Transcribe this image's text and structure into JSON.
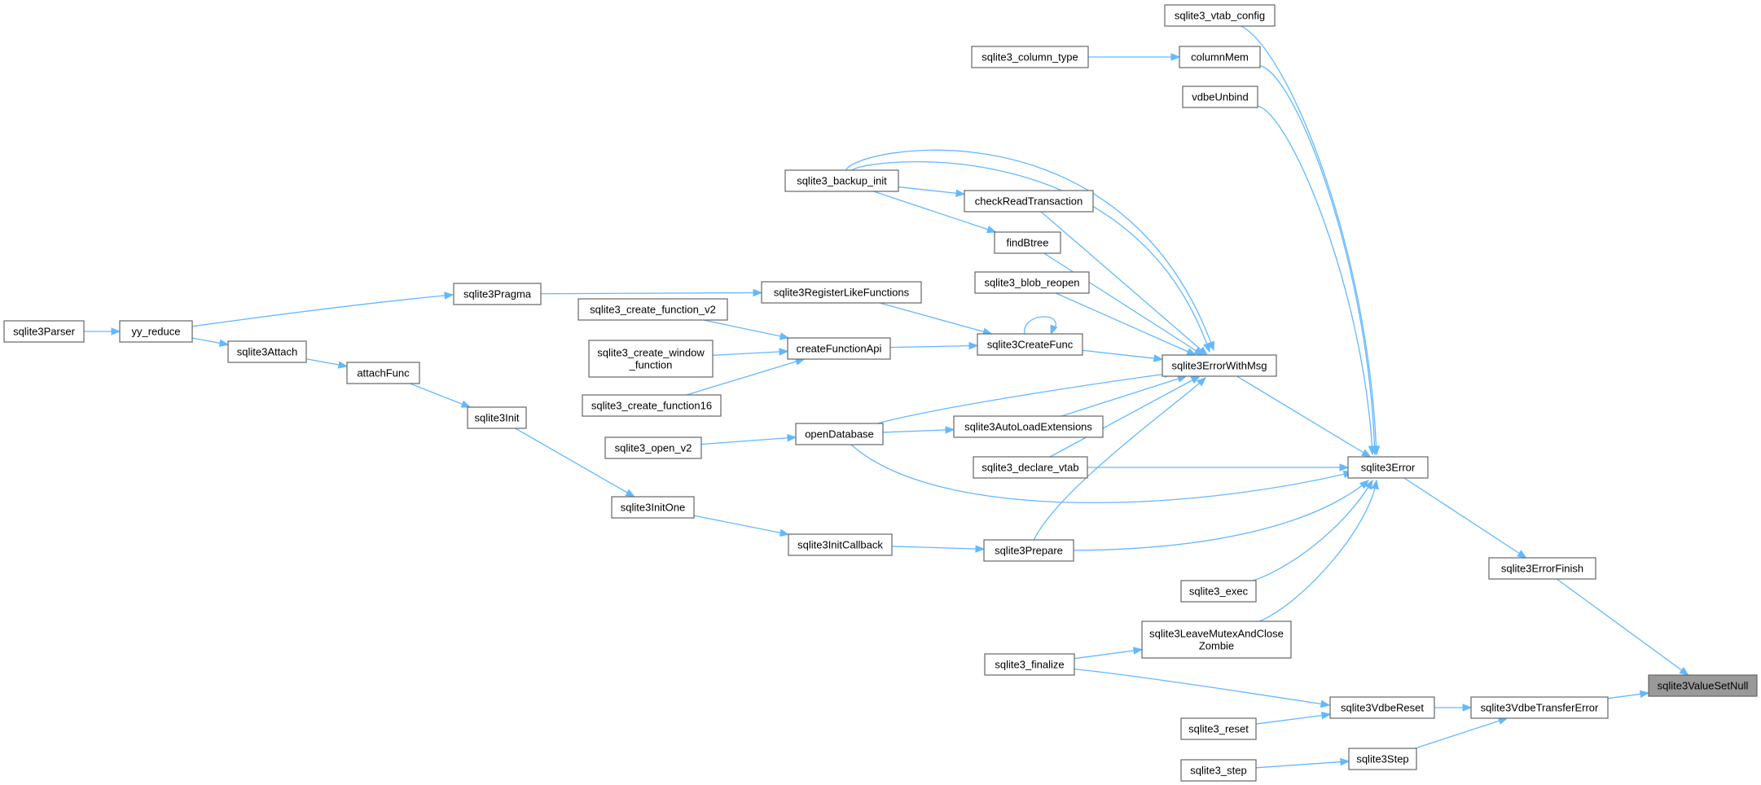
{
  "graph": {
    "focus_node": "sqlite3ValueSetNull",
    "nodes": [
      {
        "id": "sqlite3_vtab_config",
        "label": [
          "sqlite3_vtab_config"
        ]
      },
      {
        "id": "sqlite3_column_type",
        "label": [
          "sqlite3_column_type"
        ]
      },
      {
        "id": "columnMem",
        "label": [
          "columnMem"
        ]
      },
      {
        "id": "vdbeUnbind",
        "label": [
          "vdbeUnbind"
        ]
      },
      {
        "id": "sqlite3_backup_init",
        "label": [
          "sqlite3_backup_init"
        ]
      },
      {
        "id": "checkReadTransaction",
        "label": [
          "checkReadTransaction"
        ]
      },
      {
        "id": "findBtree",
        "label": [
          "findBtree"
        ]
      },
      {
        "id": "sqlite3_blob_reopen",
        "label": [
          "sqlite3_blob_reopen"
        ]
      },
      {
        "id": "sqlite3Pragma",
        "label": [
          "sqlite3Pragma"
        ]
      },
      {
        "id": "sqlite3RegisterLikeFunctions",
        "label": [
          "sqlite3RegisterLikeFunctions"
        ]
      },
      {
        "id": "sqlite3_create_function_v2",
        "label": [
          "sqlite3_create_function_v2"
        ]
      },
      {
        "id": "sqlite3Parser",
        "label": [
          "sqlite3Parser"
        ]
      },
      {
        "id": "yy_reduce",
        "label": [
          "yy_reduce"
        ]
      },
      {
        "id": "sqlite3CreateFunc",
        "label": [
          "sqlite3CreateFunc"
        ]
      },
      {
        "id": "sqlite3Attach",
        "label": [
          "sqlite3Attach"
        ]
      },
      {
        "id": "createFunctionApi",
        "label": [
          "createFunctionApi"
        ]
      },
      {
        "id": "sqlite3_create_window_function",
        "label": [
          "sqlite3_create_window",
          "_function"
        ]
      },
      {
        "id": "sqlite3ErrorWithMsg",
        "label": [
          "sqlite3ErrorWithMsg"
        ]
      },
      {
        "id": "attachFunc",
        "label": [
          "attachFunc"
        ]
      },
      {
        "id": "sqlite3_create_function16",
        "label": [
          "sqlite3_create_function16"
        ]
      },
      {
        "id": "sqlite3Init",
        "label": [
          "sqlite3Init"
        ]
      },
      {
        "id": "sqlite3AutoLoadExtensions",
        "label": [
          "sqlite3AutoLoadExtensions"
        ]
      },
      {
        "id": "openDatabase",
        "label": [
          "openDatabase"
        ]
      },
      {
        "id": "sqlite3_open_v2",
        "label": [
          "sqlite3_open_v2"
        ]
      },
      {
        "id": "sqlite3_declare_vtab",
        "label": [
          "sqlite3_declare_vtab"
        ]
      },
      {
        "id": "sqlite3Error",
        "label": [
          "sqlite3Error"
        ]
      },
      {
        "id": "sqlite3InitOne",
        "label": [
          "sqlite3InitOne"
        ]
      },
      {
        "id": "sqlite3InitCallback",
        "label": [
          "sqlite3InitCallback"
        ]
      },
      {
        "id": "sqlite3Prepare",
        "label": [
          "sqlite3Prepare"
        ]
      },
      {
        "id": "sqlite3ErrorFinish",
        "label": [
          "sqlite3ErrorFinish"
        ]
      },
      {
        "id": "sqlite3_exec",
        "label": [
          "sqlite3_exec"
        ]
      },
      {
        "id": "sqlite3LeaveMutexAndCloseZombie",
        "label": [
          "sqlite3LeaveMutexAndClose",
          "Zombie"
        ]
      },
      {
        "id": "sqlite3_finalize",
        "label": [
          "sqlite3_finalize"
        ]
      },
      {
        "id": "sqlite3ValueSetNull",
        "label": [
          "sqlite3ValueSetNull"
        ]
      },
      {
        "id": "sqlite3VdbeReset",
        "label": [
          "sqlite3VdbeReset"
        ]
      },
      {
        "id": "sqlite3VdbeTransferError",
        "label": [
          "sqlite3VdbeTransferError"
        ]
      },
      {
        "id": "sqlite3_reset",
        "label": [
          "sqlite3_reset"
        ]
      },
      {
        "id": "sqlite3Step",
        "label": [
          "sqlite3Step"
        ]
      },
      {
        "id": "sqlite3_step",
        "label": [
          "sqlite3_step"
        ]
      }
    ],
    "edges": [
      [
        "sqlite3Parser",
        "yy_reduce"
      ],
      [
        "yy_reduce",
        "sqlite3Pragma"
      ],
      [
        "yy_reduce",
        "sqlite3Attach"
      ],
      [
        "sqlite3Attach",
        "attachFunc"
      ],
      [
        "attachFunc",
        "sqlite3Init"
      ],
      [
        "sqlite3Init",
        "sqlite3InitOne"
      ],
      [
        "sqlite3InitOne",
        "sqlite3InitCallback"
      ],
      [
        "sqlite3InitCallback",
        "sqlite3Prepare"
      ],
      [
        "sqlite3Pragma",
        "sqlite3RegisterLikeFunctions"
      ],
      [
        "sqlite3RegisterLikeFunctions",
        "sqlite3CreateFunc"
      ],
      [
        "sqlite3_create_function_v2",
        "createFunctionApi"
      ],
      [
        "sqlite3_create_window_function",
        "createFunctionApi"
      ],
      [
        "sqlite3_create_function16",
        "createFunctionApi"
      ],
      [
        "createFunctionApi",
        "sqlite3CreateFunc"
      ],
      [
        "sqlite3CreateFunc",
        "sqlite3CreateFunc"
      ],
      [
        "sqlite3CreateFunc",
        "sqlite3ErrorWithMsg"
      ],
      [
        "sqlite3_open_v2",
        "openDatabase"
      ],
      [
        "openDatabase",
        "sqlite3AutoLoadExtensions"
      ],
      [
        "openDatabase",
        "sqlite3ErrorWithMsg"
      ],
      [
        "openDatabase",
        "sqlite3Error"
      ],
      [
        "sqlite3_backup_init",
        "checkReadTransaction"
      ],
      [
        "sqlite3_backup_init",
        "findBtree"
      ],
      [
        "sqlite3_backup_init",
        "sqlite3ErrorWithMsg"
      ],
      [
        "sqlite3_backup_init",
        "sqlite3ErrorWithMsg"
      ],
      [
        "checkReadTransaction",
        "sqlite3ErrorWithMsg"
      ],
      [
        "findBtree",
        "sqlite3ErrorWithMsg"
      ],
      [
        "sqlite3_blob_reopen",
        "sqlite3ErrorWithMsg"
      ],
      [
        "sqlite3AutoLoadExtensions",
        "sqlite3ErrorWithMsg"
      ],
      [
        "sqlite3_declare_vtab",
        "sqlite3ErrorWithMsg"
      ],
      [
        "sqlite3_declare_vtab",
        "sqlite3Error"
      ],
      [
        "sqlite3Prepare",
        "sqlite3ErrorWithMsg"
      ],
      [
        "sqlite3Prepare",
        "sqlite3Error"
      ],
      [
        "sqlite3ErrorWithMsg",
        "sqlite3Error"
      ],
      [
        "sqlite3_column_type",
        "columnMem"
      ],
      [
        "sqlite3_vtab_config",
        "sqlite3Error"
      ],
      [
        "columnMem",
        "sqlite3Error"
      ],
      [
        "vdbeUnbind",
        "sqlite3Error"
      ],
      [
        "sqlite3_exec",
        "sqlite3Error"
      ],
      [
        "sqlite3LeaveMutexAndCloseZombie",
        "sqlite3Error"
      ],
      [
        "sqlite3_finalize",
        "sqlite3LeaveMutexAndCloseZombie"
      ],
      [
        "sqlite3_finalize",
        "sqlite3VdbeReset"
      ],
      [
        "sqlite3Error",
        "sqlite3ErrorFinish"
      ],
      [
        "sqlite3ErrorFinish",
        "sqlite3ValueSetNull"
      ],
      [
        "sqlite3_reset",
        "sqlite3VdbeReset"
      ],
      [
        "sqlite3VdbeReset",
        "sqlite3VdbeTransferError"
      ],
      [
        "sqlite3_step",
        "sqlite3Step"
      ],
      [
        "sqlite3Step",
        "sqlite3VdbeTransferError"
      ],
      [
        "sqlite3VdbeTransferError",
        "sqlite3ValueSetNull"
      ]
    ],
    "colors": {
      "edge": "#63b8ff",
      "node_border": "#666666",
      "node_fill": "#ffffff",
      "focus_fill": "#999999"
    }
  }
}
